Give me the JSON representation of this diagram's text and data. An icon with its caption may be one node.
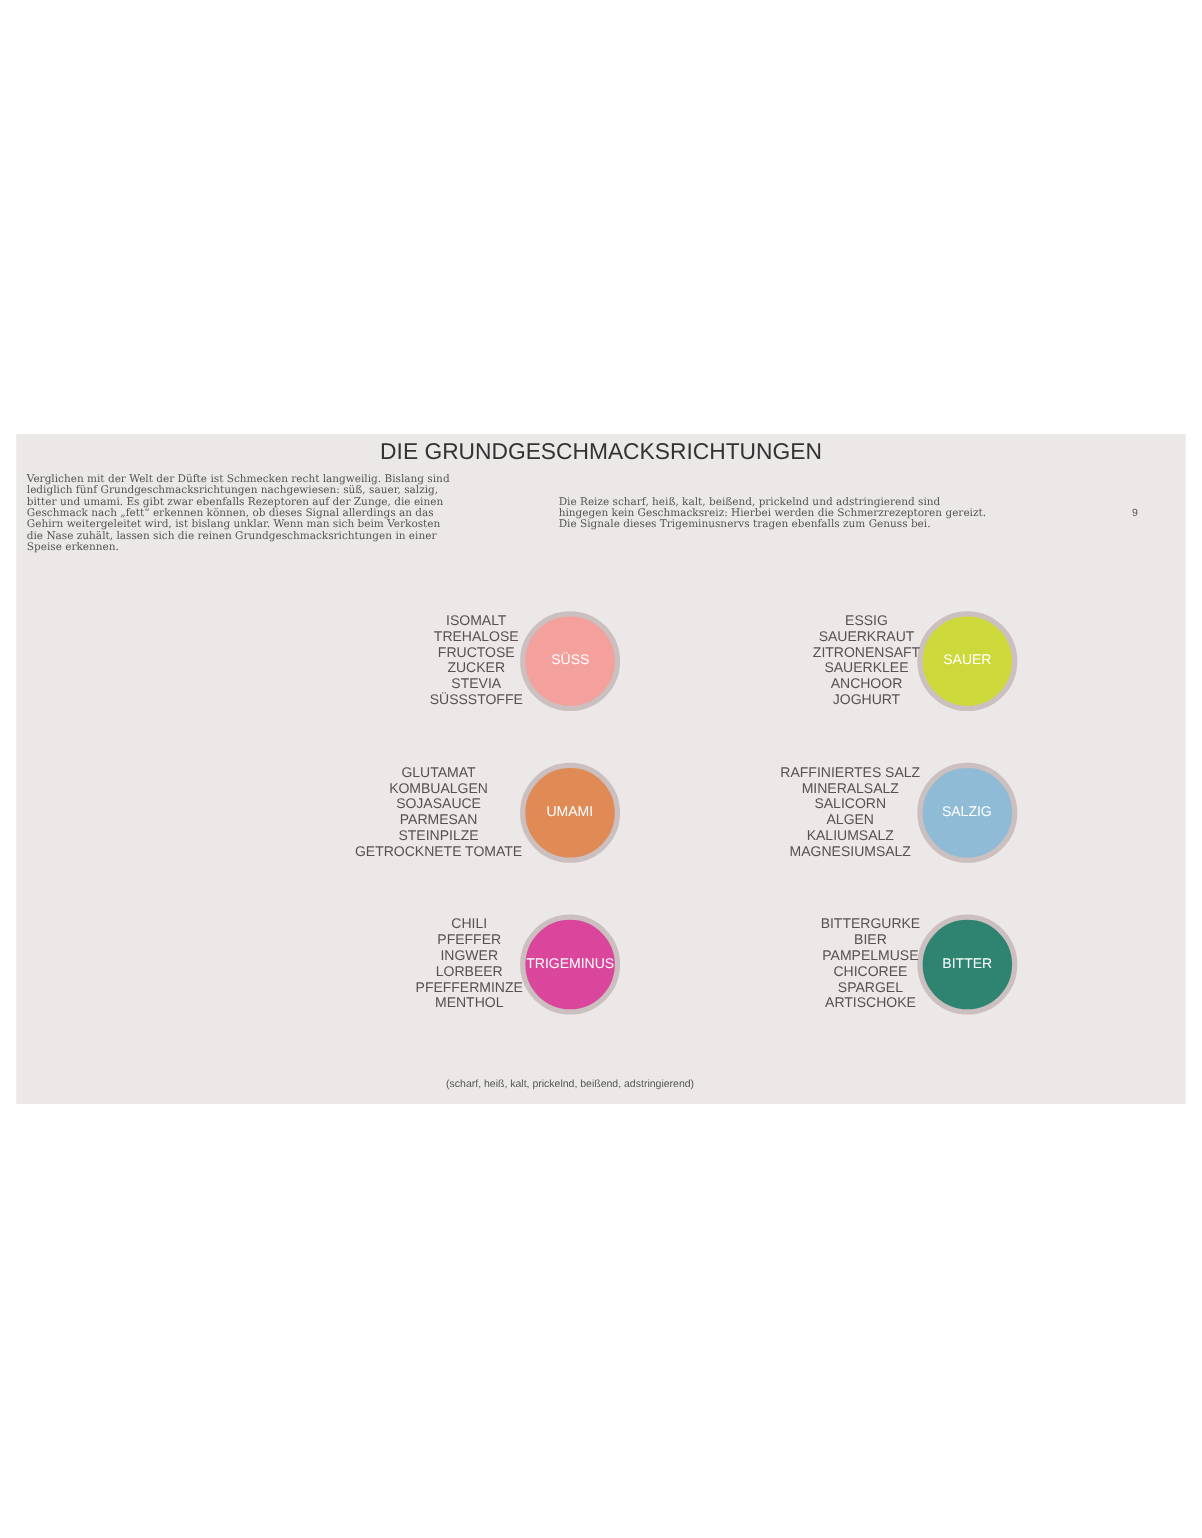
{
  "diagram": {
    "title": "DIE GRUNDGESCHMACKSRICHTUNGEN",
    "nodes": [
      {
        "text": [
          "SÜSS"
        ],
        "beside": [
          "ISOMALT",
          "TREHALOSE",
          "FRUCTOSE",
          "ZUCKER",
          "STEVIA",
          "SÜSSSTOFFE"
        ]
      },
      {
        "text": [
          "SAUER"
        ],
        "beside": [
          "ESSIG",
          "SAUERKRAUT",
          "ZITRONENSAFT",
          "SAUERKLEE",
          "ANCHOOR",
          "JOGHURT"
        ]
      },
      {
        "text": [
          "UMAMI"
        ],
        "beside": [
          "GLUTAMAT",
          "KOMBUALGEN",
          "SOJASAUCE",
          "PARMESAN",
          "STEINPILZE",
          "GETROCKNETE TOMATE"
        ]
      },
      {
        "text": [
          "SALZIG"
        ],
        "beside": [
          "RAFFINIERTES SALZ",
          "MINERALSALZ",
          "SALICORN",
          "ALGEN",
          "KALIUMSALZ",
          "MAGNESIUMSALZ"
        ]
      },
      {
        "text": [
          "BITTER"
        ],
        "beside": [
          "BITTERGURKE",
          "BIER",
          "PAMPELMUSE",
          "CHICOREE",
          "SPARGEL",
          "ARTISCHOKE"
        ]
      },
      {
        "text": [
          "TRIGEMINUS"
        ],
        "beside": [
          "CHILI",
          "PFEFFER",
          "INGWER",
          "LORBEER",
          "PFEFFERMINZE",
          "MENTHOL"
        ]
      }
    ],
    "edges": [],
    "labels": [
      "9",
      "Verglichen mit der Welt der Düfte ist Schmecken recht langweilig. Bislang sind lediglich fünf Grundgeschmacksrichtungen nachgewiesen: süß, sauer, salzig, bitter und umami. Es gibt zwar ebenfalls Rezeptoren auf der Zunge, die einen Geschmack nach „fett“ erkennen können, ob dieses Signal allerdings an das Gehirn weitergeleitet wird, ist bislang unklar. Wenn man sich beim Verkosten die Nase zuhält, lassen sich die reinen Grundgeschmacksrichtungen in einer Speise erkennen.",
      "Die Reize scharf, heiß, kalt, beißend, prickelnd und adstringierend sind hingegen kein Geschmacksreiz: Hierbei werden die Schmerzrezeptoren gereizt. Die Signale dieses Trigeminusnervs tragen ebenfalls zum Genuss bei.",
      "(scharf, heiß, kalt, prickelnd, beißend, adstringierend)"
    ]
  }
}
